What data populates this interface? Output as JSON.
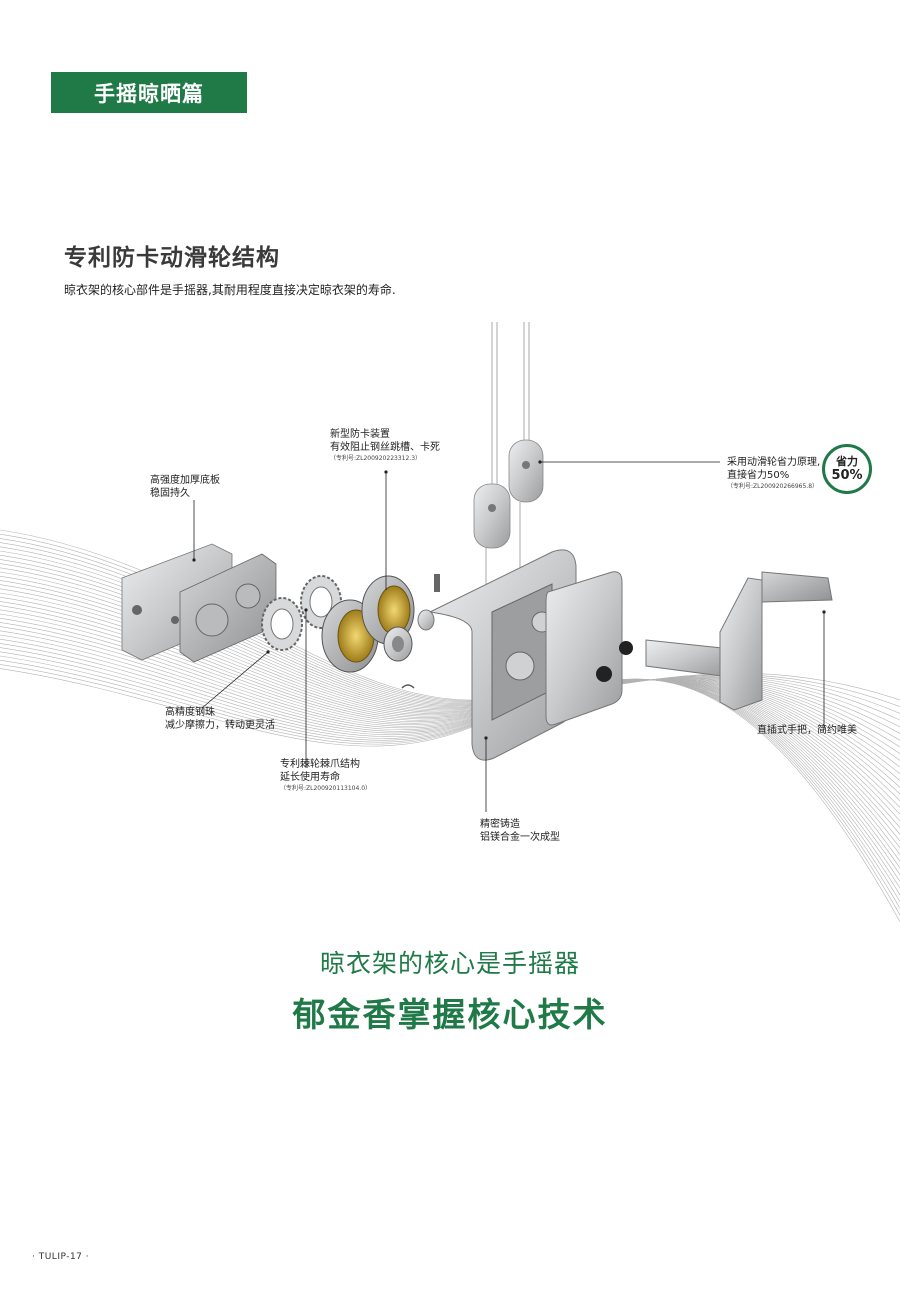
{
  "header": {
    "section_tag": "手摇晾晒篇"
  },
  "title": "专利防卡动滑轮结构",
  "subtitle": "晾衣架的核心部件是手摇器,其耐用程度直接决定晾衣架的寿命.",
  "callouts": {
    "base_plate": {
      "line1": "高强度加厚底板",
      "line2": "稳固持久"
    },
    "anti_jam": {
      "line1": "新型防卡装置",
      "line2": "有效阻止钢丝跳槽、卡死",
      "patent": "（专利号:ZL200920223312.3）"
    },
    "pulley": {
      "line1": "采用动滑轮省力原理,",
      "line2": "直接省力50%",
      "patent": "（专利号:ZL200920266965.8）"
    },
    "steel_ball": {
      "line1": "高精度钢珠",
      "line2": "减少摩擦力，转动更灵活"
    },
    "ratchet": {
      "line1": "专利棘轮棘爪结构",
      "line2": "延长使用寿命",
      "patent": "（专利号:ZL200920113104.0）"
    },
    "handle": {
      "line1": "直插式手把，简约唯美"
    },
    "casting": {
      "line1": "精密铸造",
      "line2": "铝镁合金一次成型"
    }
  },
  "badge": {
    "top": "省力",
    "bottom": "50%"
  },
  "taglines": {
    "line1": "晾衣架的核心是手摇器",
    "line2": "郁金香掌握核心技术"
  },
  "footer": {
    "page_label": "· TULIP-17 ·"
  },
  "colors": {
    "brand_green": "#1f7a47",
    "metal": "#c9cbcd",
    "gold": "#c8a93a"
  }
}
